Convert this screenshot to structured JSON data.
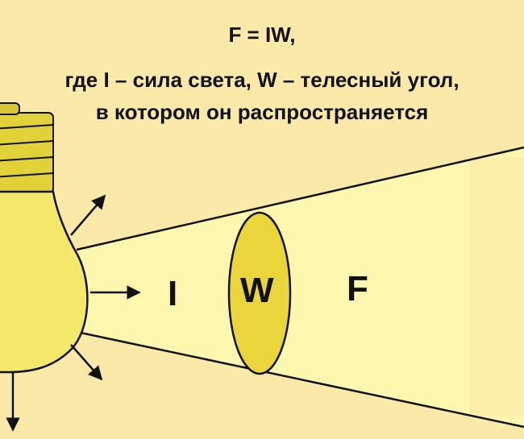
{
  "formula": {
    "line1": "F = IW,",
    "line2": "где I – сила света, W – телесный угол,",
    "line3": "в котором он распространяется"
  },
  "labels": {
    "intensity": "I",
    "solid_angle": "W",
    "flux": "F"
  },
  "colors": {
    "background": "#fbe9a9",
    "beam": "#fdf7b0",
    "bulb": "#f4e86a",
    "solid_angle_fill": "#ead63a",
    "base": "#e2d23a",
    "stroke": "#111111"
  },
  "icons": {
    "bulb": "light-bulb-icon",
    "rays": "arrow-icon"
  }
}
